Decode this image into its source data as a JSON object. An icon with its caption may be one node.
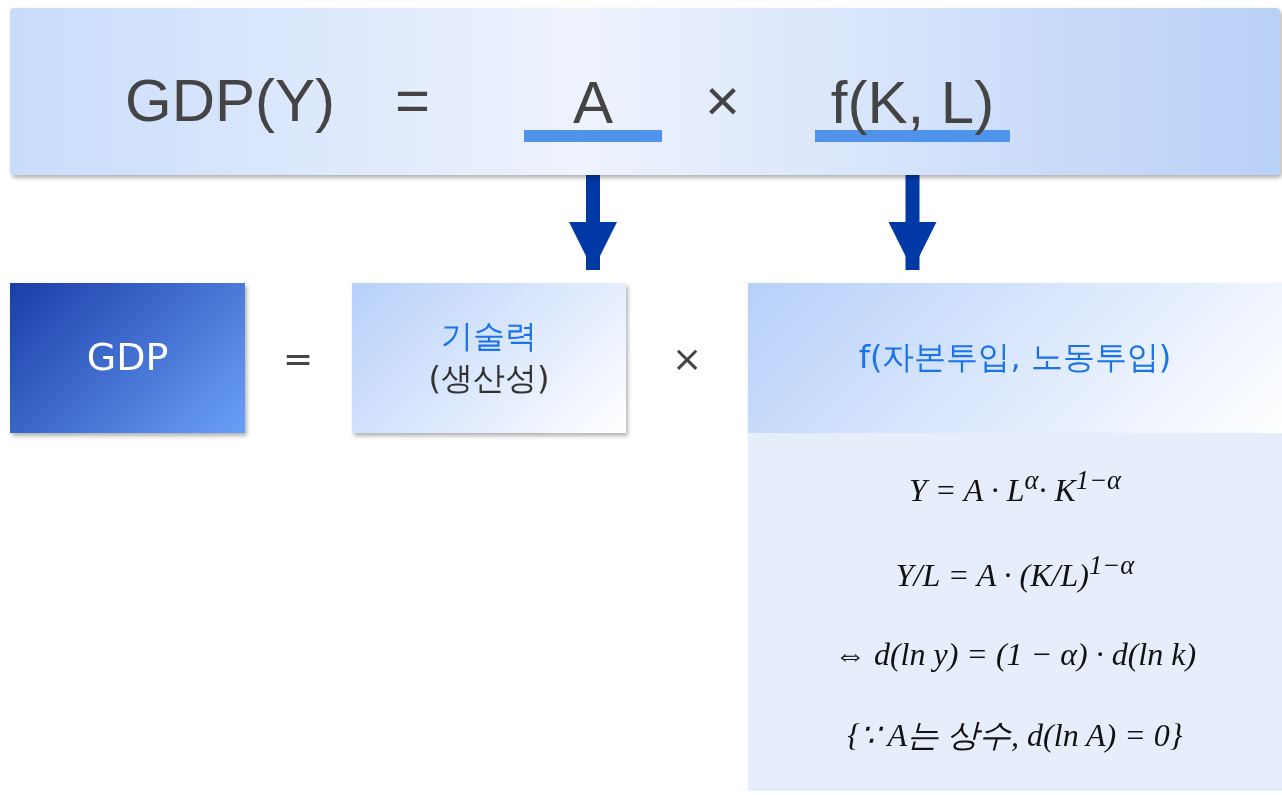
{
  "diagram": {
    "nodes": [
      {
        "text": [
          "GDP(Y)",
          "=",
          "×"
        ]
      },
      {
        "text": [
          "A"
        ],
        "in": 0
      },
      {
        "text": [
          "f(K, L)"
        ],
        "in": 0
      },
      {
        "text": [
          "GDP"
        ]
      },
      {
        "text": [
          "기술력",
          "(생산성)"
        ]
      },
      {
        "text": [
          "f(자본투입, 노동투입)"
        ]
      },
      {
        "text": [
          "Y = A · L$^{α}$· K$^{1−α}$",
          "Y/L = A · (K/L)$^{1−α}$",
          "⇔ d(ln y) = (1 − α) · d(ln k)",
          "{∵ A는 상수, d(ln A) = 0}"
        ]
      }
    ],
    "edges": [
      {
        "from": 1,
        "to": 4,
        "arrow": "to"
      },
      {
        "from": 2,
        "to": 5,
        "arrow": "to"
      }
    ],
    "labels": [
      "=",
      "×"
    ]
  }
}
